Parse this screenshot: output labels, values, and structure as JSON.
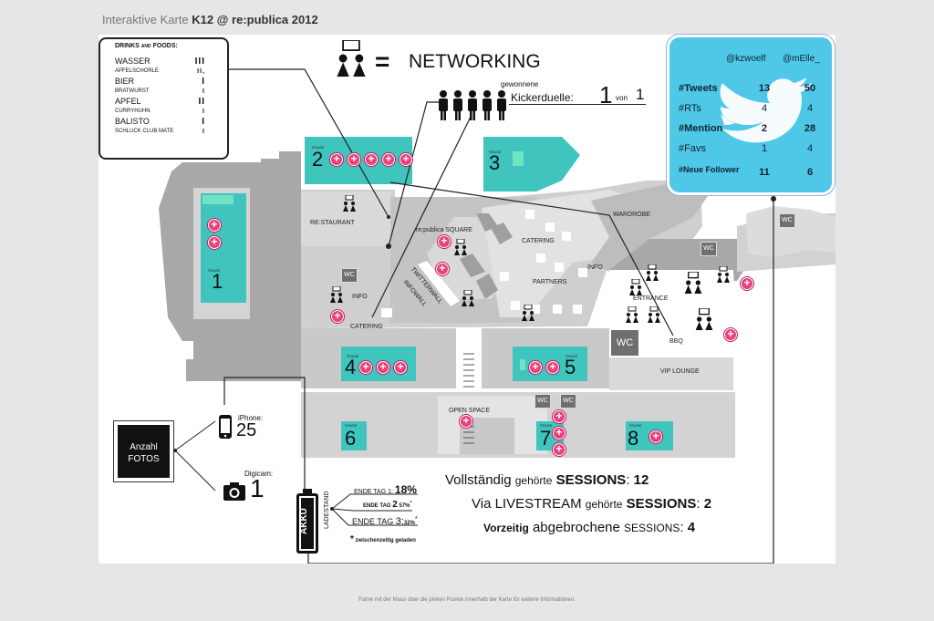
{
  "title_prefix": "Interaktive Karte",
  "title_brand": "K12 @ re:publica 2012",
  "networking_label": "NETWORKING",
  "drinks": {
    "header_a": "DRINKS",
    "header_b": "AND",
    "header_c": "FOODS:",
    "items": [
      {
        "label": "WASSER",
        "tally": "III",
        "size": "big"
      },
      {
        "label": "APFELSCHORLE",
        "tally": "II,",
        "size": "small"
      },
      {
        "label": "BIER",
        "tally": "I",
        "size": "big"
      },
      {
        "label": "BRATWURST",
        "tally": "I",
        "size": "small"
      },
      {
        "label": "APFEL",
        "tally": "II",
        "size": "big"
      },
      {
        "label": "CURRYHUHN",
        "tally": "I",
        "size": "small"
      },
      {
        "label": "BALISTO",
        "tally": "I",
        "size": "big"
      },
      {
        "label": "SCHLUCK CLUB MATE",
        "tally": "I",
        "size": "small"
      }
    ]
  },
  "kicker": {
    "won": "gewonnene",
    "label": "Kickerduelle:",
    "score": "1",
    "von": "von",
    "total": "1"
  },
  "twitter": {
    "user1": "@kzwoelf",
    "user2": "@mElle_",
    "rows": [
      {
        "label": "#Tweets",
        "v1": "13",
        "v2": "50",
        "bold": true
      },
      {
        "label": "#RTs",
        "v1": "4",
        "v2": "4",
        "bold": false
      },
      {
        "label": "#Mention",
        "v1": "2",
        "v2": "28",
        "bold": true
      },
      {
        "label": "#Favs",
        "v1": "1",
        "v2": "4",
        "bold": false
      },
      {
        "label": "#Neue Follower",
        "v1": "11",
        "v2": "6",
        "bold": true
      }
    ]
  },
  "rooms": {
    "restaurant": "RE:STAURANT",
    "square": "re:publica SQUARE",
    "catering": "CATERING",
    "info": "INFO",
    "partners": "PARTNERS",
    "wardrobe": "WARDROBE",
    "entrance": "ENTRANCE",
    "bbq": "BBQ",
    "vip": "VIP LOUNGE",
    "open_space": "OPEN SPACE",
    "twitterwall": "TWITTERWALL",
    "infowall": "INFOWALL",
    "wc": "WC"
  },
  "stages": {
    "caption": "STAGE",
    "numbers": [
      "1",
      "2",
      "3",
      "4",
      "5",
      "6",
      "7",
      "8"
    ]
  },
  "photos": {
    "title": "Anzahl FOTOS",
    "iphone_label": "iPhone:",
    "iphone_count": "25",
    "digicam_label": "Digicam:",
    "digicam_count": "1"
  },
  "battery": {
    "akku": "AKKU",
    "ladestand": "LADESTAND",
    "day1": {
      "prefix": "ENDE",
      "tag": "TAG",
      "num": "1:",
      "value": "18%"
    },
    "day2": {
      "prefix": "ENDE",
      "tag": "TAG",
      "num": "2",
      "value": "57%",
      "star": "*"
    },
    "day3": {
      "prefix": "ENDE",
      "tag": "TAG",
      "num": "3:",
      "value": "32%",
      "star": "*"
    },
    "note": "zwischenzeitig geladen",
    "note_star": "*"
  },
  "sessions": {
    "full": {
      "a": "Vollständig",
      "b": "gehörte",
      "c": "SESSIONS",
      "v": "12"
    },
    "live": {
      "a": "Via LIVESTREAM",
      "b": "gehörte",
      "c": "SESSIONS",
      "v": "2"
    },
    "early": {
      "a": "Vorzeitig",
      "b": "abgebrochene",
      "c": "SESSIONS",
      "v": "4"
    }
  },
  "hint": "Fahre mit der Maus über die pinken Punkte innerhalb der Karte für weitere Informationen.",
  "colors": {
    "stage": "#3fc4be",
    "stage_light": "#6fe3c3",
    "pin": "#e8417c",
    "building": "#cfcfcf",
    "dark_building": "#a8a8a8",
    "twitter": "#4fc8e8"
  },
  "pin_symbol": "+"
}
